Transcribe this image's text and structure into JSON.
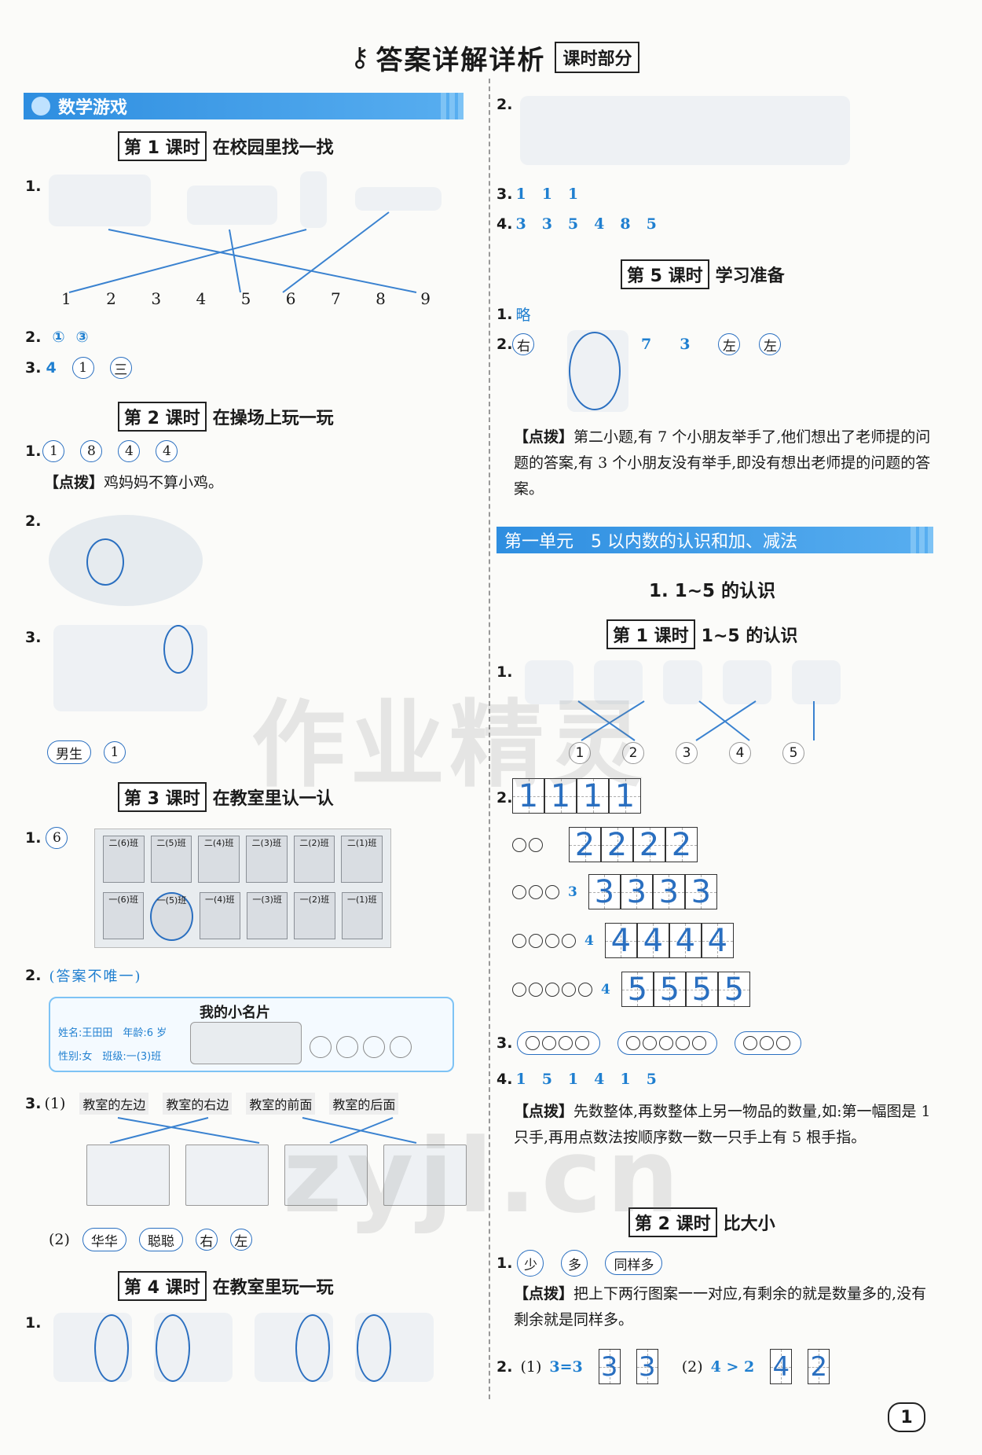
{
  "header": {
    "title": "答案详解详析",
    "tag": "课时部分"
  },
  "colors": {
    "accent": "#1f7fd0",
    "section_bg": "#2e8ee0"
  },
  "left": {
    "section": "数学游戏",
    "lesson1": {
      "box": "第 1 课时",
      "title": "在校园里找一找",
      "q1": "1.",
      "numbers": [
        "1",
        "2",
        "3",
        "4",
        "5",
        "6",
        "7",
        "8",
        "9"
      ],
      "q2": "2.",
      "q2_ans": [
        "①",
        "③"
      ],
      "q3": "3.",
      "q3_ans": [
        "4",
        "1",
        "三"
      ]
    },
    "lesson2": {
      "box": "第 2 课时",
      "title": "在操场上玩一玩",
      "q1": "1.",
      "q1_ans": [
        "1",
        "8",
        "4",
        "4"
      ],
      "note_tag": "【点拨】",
      "note": "鸡妈妈不算小鸡。",
      "q2": "2.",
      "q3": "3.",
      "q3_ans": [
        "男生",
        "1"
      ]
    },
    "lesson3": {
      "box": "第 3 课时",
      "title": "在教室里认一认",
      "q1": "1.",
      "q1_ans": "6",
      "doors_top": [
        "二(6)班",
        "二(5)班",
        "二(4)班",
        "二(3)班",
        "二(2)班",
        "二(1)班"
      ],
      "doors_bottom": [
        "一(6)班",
        "一(5)班",
        "一(4)班",
        "一(3)班",
        "一(2)班",
        "一(1)班"
      ],
      "q2": "2.",
      "q2_ans": "(答案不唯一)",
      "card": {
        "title": "我的小名片",
        "name": "姓名:王田田",
        "age": "年龄:6 岁",
        "sex": "性别:女",
        "class": "班级:一(3)班"
      },
      "q3": "3.",
      "q3_part1": "(1)",
      "q3_labels": [
        "教室的左边",
        "教室的右边",
        "教室的前面",
        "教室的后面"
      ],
      "q3_part2": "(2)",
      "q3_ans": [
        "华华",
        "聪聪",
        "右",
        "左"
      ]
    },
    "lesson4": {
      "box": "第 4 课时",
      "title": "在教室里玩一玩",
      "q1": "1."
    }
  },
  "right": {
    "q2": "2.",
    "q3": "3.",
    "q3_ans": [
      "1",
      "1",
      "1"
    ],
    "q4": "4.",
    "q4_ans": [
      "3",
      "3",
      "5",
      "4",
      "8",
      "5"
    ],
    "lesson5": {
      "box": "第 5 课时",
      "title": "学习准备",
      "q1": "1.",
      "q1_ans": "略",
      "q2": "2.",
      "q2_ans": [
        "右",
        "7",
        "3",
        "左",
        "左"
      ],
      "note_tag": "【点拨】",
      "note": "第二小题,有 7 个小朋友举手了,他们想出了老师提的问题的答案,有 3 个小朋友没有举手,即没有想出老师提的问题的答案。"
    },
    "unit": "第一单元　5 以内数的认识和加、减法",
    "subunit": "1. 1~5 的认识",
    "lesson_a": {
      "box": "第 1 课时",
      "title": "1~5 的认识",
      "q1": "1.",
      "q1_nums": [
        "1",
        "2",
        "3",
        "4",
        "5"
      ],
      "q2": "2.",
      "write": [
        {
          "hint": "",
          "digit": "1"
        },
        {
          "hint": "",
          "digit": "2"
        },
        {
          "hint": "3",
          "digit": "3"
        },
        {
          "hint": "4",
          "digit": "4"
        },
        {
          "hint": "4",
          "digit": "5"
        }
      ],
      "q3": "3.",
      "q4": "4.",
      "q4_ans": [
        "1",
        "5",
        "1",
        "4",
        "1",
        "5"
      ],
      "note_tag": "【点拨】",
      "note": "先数整体,再数整体上另一物品的数量,如:第一幅图是 1 只手,再用点数法按顺序数一数一只手上有 5 根手指。"
    },
    "lesson_b": {
      "box": "第 2 课时",
      "title": "比大小",
      "q1": "1.",
      "q1_ans": [
        "少",
        "多",
        "同样多"
      ],
      "note_tag": "【点拨】",
      "note": "把上下两行图案一一对应,有剩余的就是数量多的,没有剩余就是同样多。",
      "q2": "2.",
      "q2_p1": "(1)",
      "q2_p1_ans": "3=3",
      "q2_p1_digits": [
        "3",
        "3"
      ],
      "q2_p2": "(2)",
      "q2_p2_ans": "4 > 2",
      "q2_p2_digits": [
        "4",
        "2"
      ]
    }
  },
  "page_number": "1",
  "watermarks": [
    "作业精灵",
    "zyjl.cn"
  ]
}
